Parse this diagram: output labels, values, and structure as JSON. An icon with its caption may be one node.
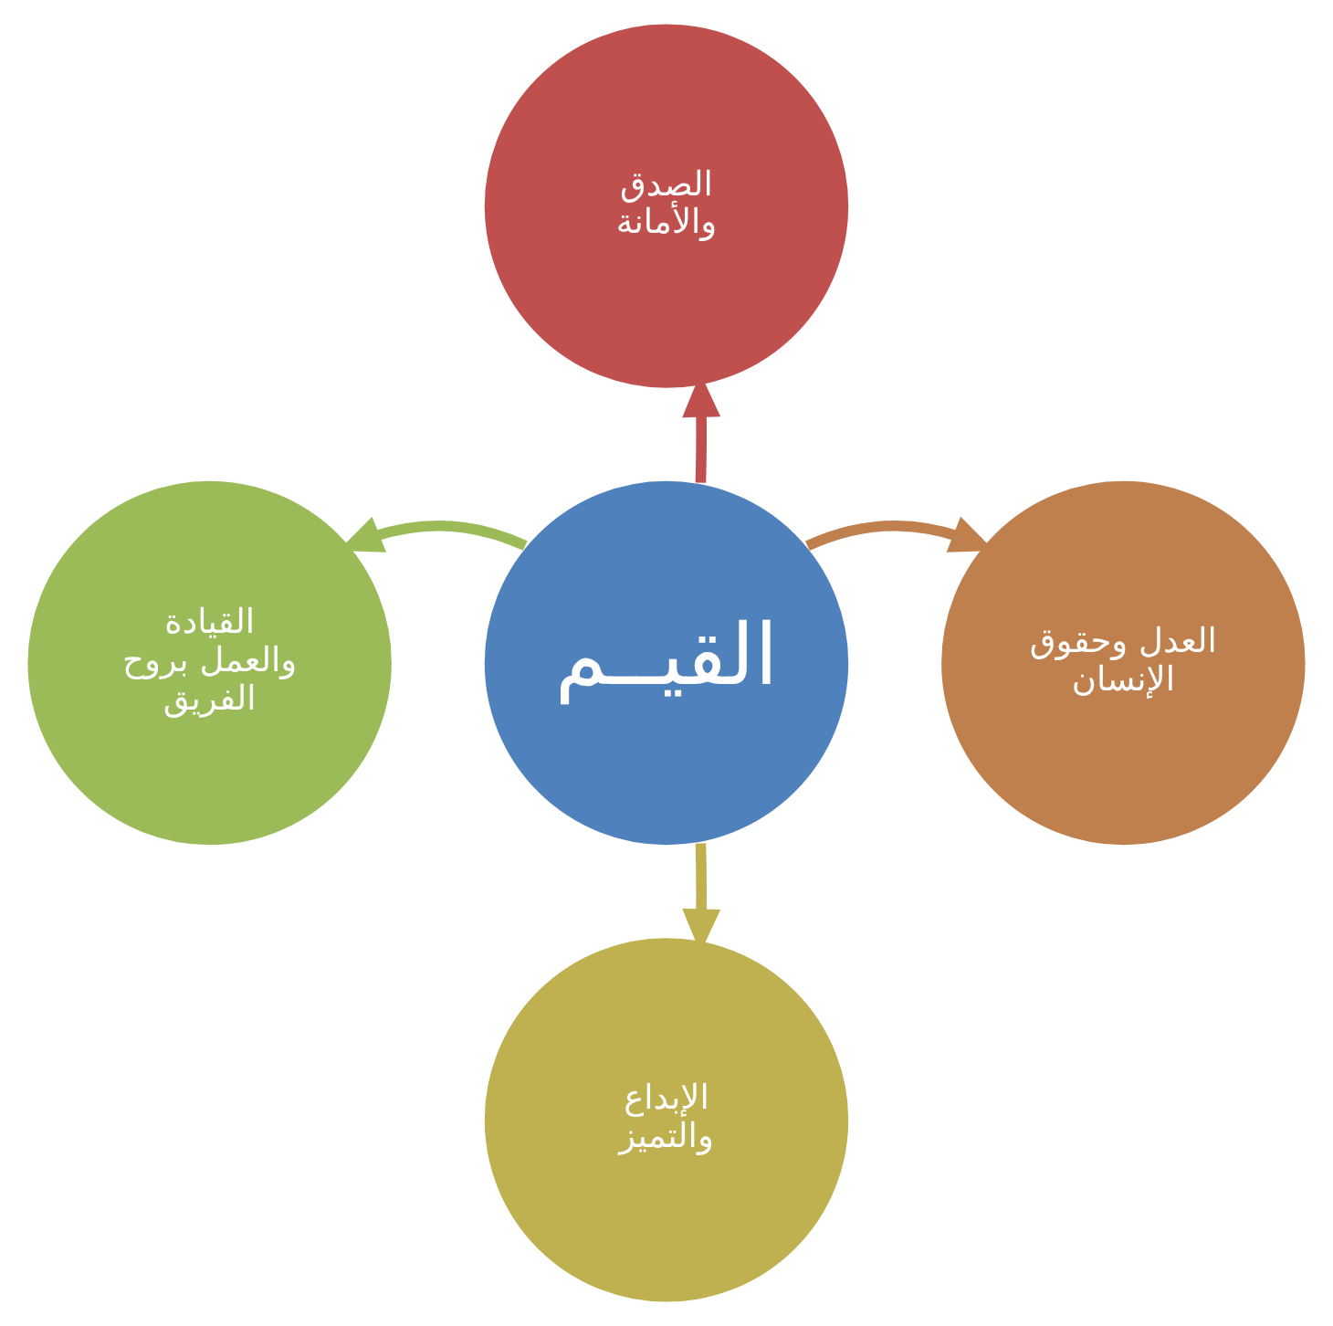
{
  "diagram": {
    "nodes": [
      {
        "text": [
          "الصدق والأمانة"
        ]
      },
      {
        "text": [
          "القيادة والعمل بروح الفريق"
        ]
      },
      {
        "text": [
          "القيــم"
        ]
      },
      {
        "text": [
          "العدل وحقوق الإنسان"
        ]
      },
      {
        "text": [
          "الإبداع والتميز"
        ]
      }
    ],
    "edges": [
      {
        "from": 2,
        "to": 0,
        "arrow": "to",
        "color": "#c0504d"
      },
      {
        "from": 2,
        "to": 3,
        "arrow": "to",
        "color": "#c0804d"
      },
      {
        "from": 2,
        "to": 4,
        "arrow": "to",
        "color": "#bfb050"
      },
      {
        "from": 2,
        "to": 1,
        "arrow": "to",
        "color": "#9bbb59"
      }
    ]
  }
}
